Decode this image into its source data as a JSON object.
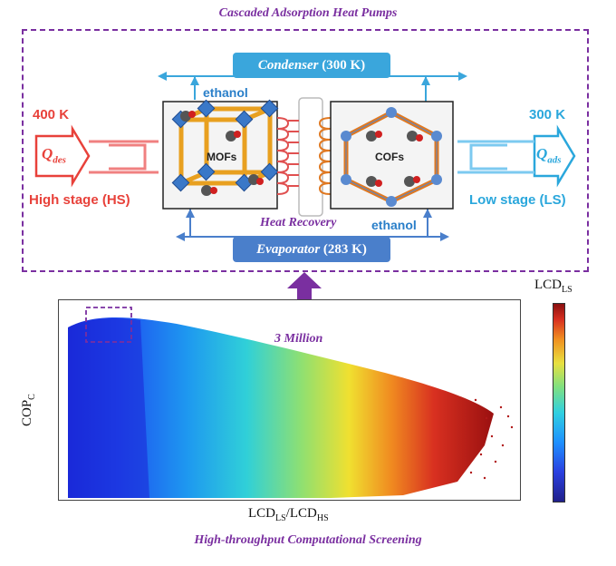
{
  "header": {
    "title": "Cascaded Adsorption Heat Pumps"
  },
  "condenser": {
    "name": "Condenser",
    "temp": " (300 K)"
  },
  "evaporator": {
    "name": "Evaporator",
    "temp": " (283 K)"
  },
  "high_stage": {
    "temp": "400 K",
    "q_main": "Q",
    "q_sub": "des",
    "label": "High stage (HS)"
  },
  "low_stage": {
    "temp": "300 K",
    "q_main": "Q",
    "q_sub": "ads",
    "label": "Low stage (LS)"
  },
  "ethanol_top": "ethanol",
  "ethanol_bottom": "ethanol",
  "materials": {
    "left": "MOFs",
    "right": "COFs"
  },
  "heat_recovery": "Heat Recovery",
  "arrow_label": "3 Million",
  "plot": {
    "ylabel_main": "COP",
    "ylabel_sub": "C",
    "xlabel": {
      "a": "LCD",
      "a_sub": "LS",
      "sep": "/LCD",
      "b_sub": "HS"
    },
    "colorbar": {
      "main": "LCD",
      "sub": "LS"
    }
  },
  "footer": {
    "title": "High-throughput Computational Screening"
  },
  "colors": {
    "purple": "#7a2fa0",
    "red": "#e8413a",
    "cyan": "#2aa7dc",
    "blue": "#4a7fcb"
  }
}
